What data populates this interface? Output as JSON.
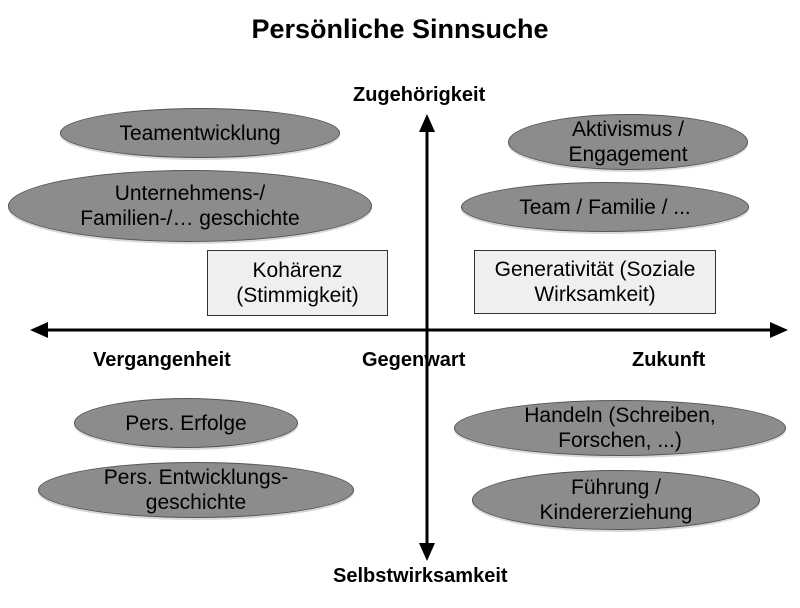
{
  "title": "Persönliche Sinnsuche",
  "axes": {
    "top": "Zugehörigkeit",
    "bottom": "Selbstwirksamkeit",
    "left": "Vergangenheit",
    "center": "Gegenwart",
    "right": "Zukunft"
  },
  "quadrants": {
    "top_left": {
      "ellipses": [
        "Teamentwicklung",
        "Unternehmens-/\nFamilien-/… geschichte"
      ],
      "box": "Kohärenz\n(Stimmigkeit)"
    },
    "top_right": {
      "ellipses": [
        "Aktivismus /\nEngagement",
        "Team / Familie / ..."
      ],
      "box": "Generativität (Soziale\nWirksamkeit)"
    },
    "bottom_left": {
      "ellipses": [
        "Pers. Erfolge",
        "Pers. Entwicklungs-\ngeschichte"
      ]
    },
    "bottom_right": {
      "ellipses": [
        "Handeln (Schreiben,\nForschen, ...)",
        "Führung /\nKindererziehung"
      ]
    }
  },
  "colors": {
    "ellipse_fill": "#8c8c8c",
    "box_fill": "#efefef",
    "axis": "#000000"
  }
}
